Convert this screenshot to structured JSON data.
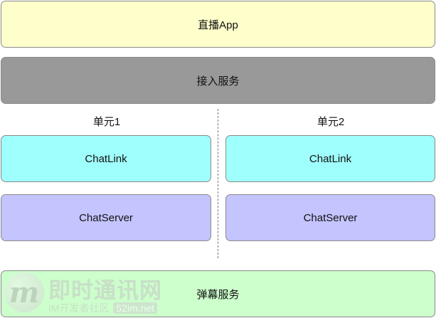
{
  "diagram": {
    "top_box": {
      "label": "直播App",
      "fill": "#ffffcc"
    },
    "access_box": {
      "label": "接入服务",
      "fill": "#999999"
    },
    "unit1": {
      "label": "单元1",
      "chatlink": {
        "label": "ChatLink",
        "fill": "#9ffffc"
      },
      "chatserver": {
        "label": "ChatServer",
        "fill": "#c4c4ff"
      }
    },
    "unit2": {
      "label": "单元2",
      "chatlink": {
        "label": "ChatLink",
        "fill": "#9ffffc"
      },
      "chatserver": {
        "label": "ChatServer",
        "fill": "#c4c4ff"
      }
    },
    "bullet_box": {
      "label": "弹幕服务",
      "fill": "#ccffcc"
    }
  },
  "watermark": {
    "logo_letter": "m",
    "title": "即时通讯网",
    "subtitle": "IM开发者社区",
    "site": "52im.net"
  }
}
